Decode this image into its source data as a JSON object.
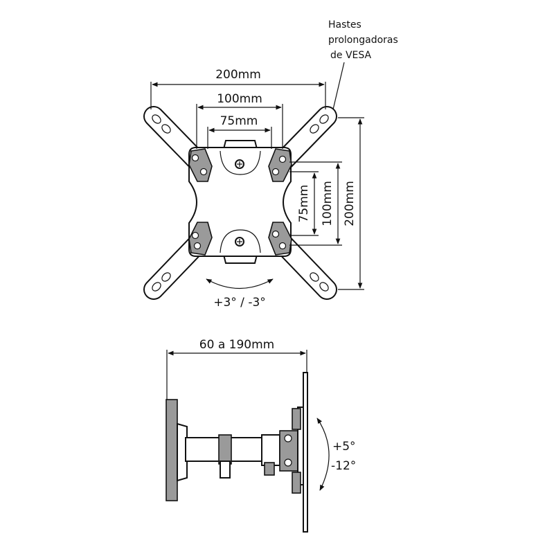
{
  "annotation": {
    "line1": "Hastes",
    "line2": "prolongadoras",
    "line3": "de VESA"
  },
  "front_view": {
    "dim_200_h": "200mm",
    "dim_100_h": "100mm",
    "dim_75_h": "75mm",
    "dim_75_v": "75mm",
    "dim_100_v": "100mm",
    "dim_200_v": "200mm",
    "rotation": "+3° / -3°"
  },
  "side_view": {
    "extension": "60 a 190mm",
    "tilt_up": "+5°",
    "tilt_down": "-12°"
  },
  "colors": {
    "line": "#111111",
    "metal": "#9a9a9a",
    "background": "#ffffff"
  }
}
